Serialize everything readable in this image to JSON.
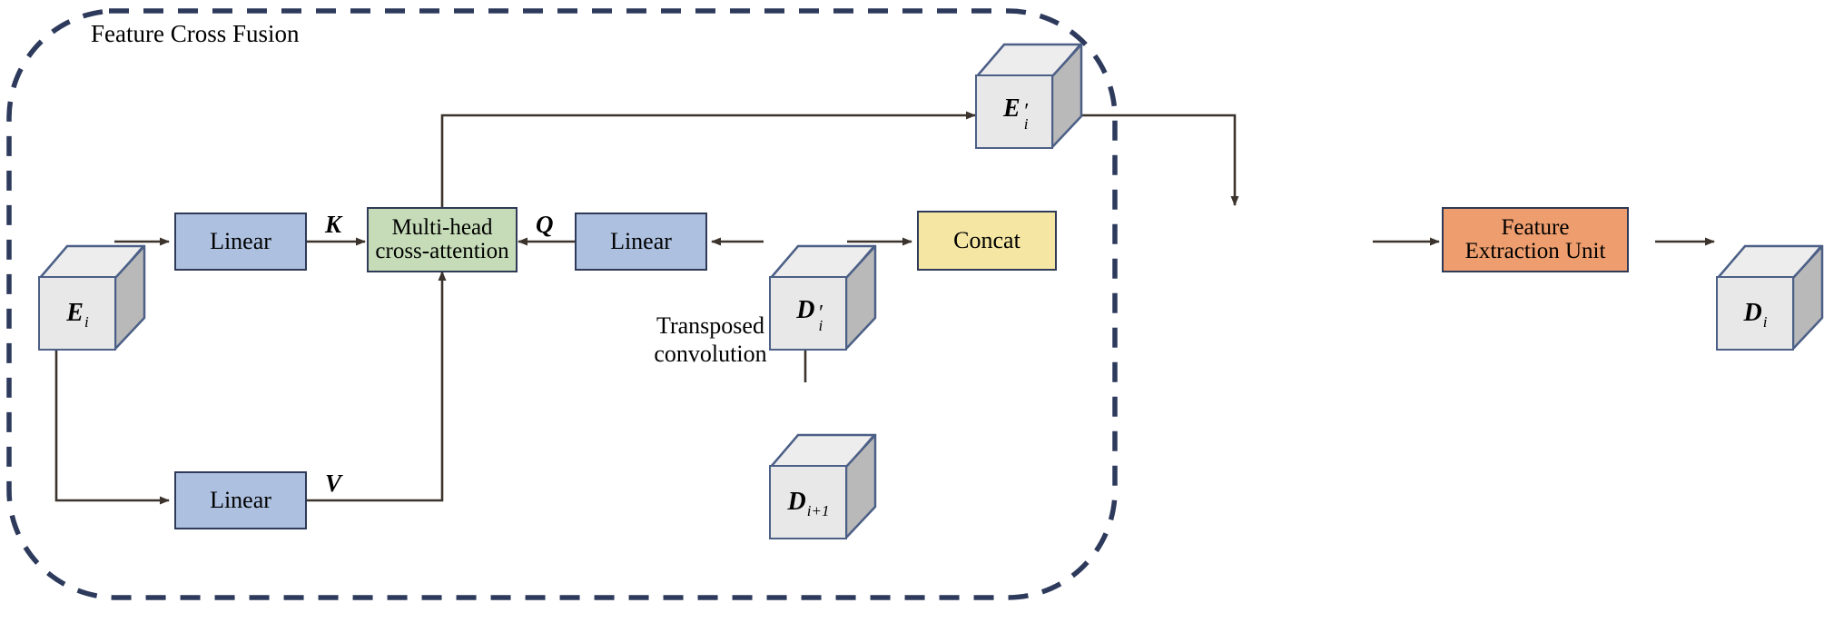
{
  "diagram": {
    "title": "Feature Cross Fusion",
    "domain": "neural-network-architecture",
    "boundary": {
      "style": "dashed",
      "color": "#2d3a5c",
      "label": "Feature Cross Fusion"
    },
    "colors": {
      "linear_fill": "#adc0e0",
      "attention_fill": "#c6dcb8",
      "concat_fill": "#f5e7a3",
      "feature_extraction_fill": "#ee9e6e",
      "cube_face_fill": "#e8e8e8",
      "cube_side_fill": "#b9b9b9",
      "cube_top_fill": "#ededed",
      "cube_stroke": "#4c5f86",
      "node_stroke": "#2e3a57",
      "arrow_color": "#3b332c",
      "dashed_border": "#2d3a5c"
    },
    "nodes": {
      "linear_k": {
        "label": "Linear",
        "kind": "process"
      },
      "linear_v": {
        "label": "Linear",
        "kind": "process"
      },
      "linear_q": {
        "label": "Linear",
        "kind": "process"
      },
      "attention": {
        "label": "Multi-head\ncross-attention",
        "kind": "process"
      },
      "concat": {
        "label": "Concat",
        "kind": "process"
      },
      "feature_unit": {
        "label": "Feature\nExtraction Unit",
        "kind": "process"
      }
    },
    "tensors": {
      "e_i": {
        "base": "E",
        "sub": "i",
        "prime": ""
      },
      "e_i_pr": {
        "base": "E",
        "sub": "i",
        "prime": "′"
      },
      "d_i_pr": {
        "base": "D",
        "sub": "i",
        "prime": "′"
      },
      "d_i": {
        "base": "D",
        "sub": "i",
        "prime": ""
      },
      "d_ip1": {
        "base": "D",
        "sub": "i+1",
        "prime": ""
      }
    },
    "edge_labels": {
      "k": "K",
      "q": "Q",
      "v": "V",
      "transposed_convolution": "Transposed\nconvolution"
    }
  }
}
